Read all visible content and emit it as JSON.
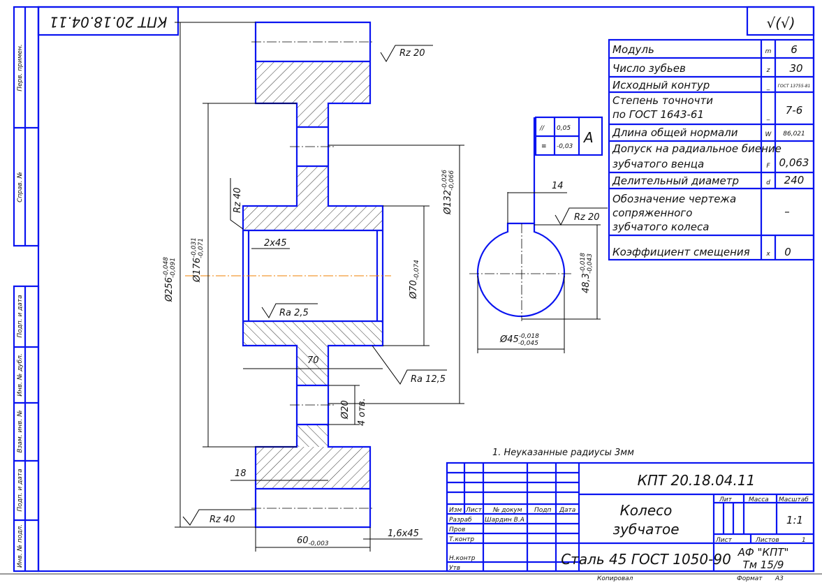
{
  "stamp_top": "КПТ 20.18.04.11",
  "roughness_corner": "√(√)",
  "side_strip": {
    "top": [
      "Перв. примен.",
      "Справ. №"
    ],
    "bottom": [
      "Подп. и дата",
      "Инв. № дубл.",
      "Взам. инв. №",
      "Подп. и дата",
      "Инв. № подл."
    ]
  },
  "params": [
    {
      "name": "Модуль",
      "sym": "m",
      "value": "6"
    },
    {
      "name": "Число зубьев",
      "sym": "z",
      "value": "30"
    },
    {
      "name": "Исходный контур",
      "sym": "_",
      "value": "ГОСТ 13755-81"
    },
    {
      "name": "Степень точночти",
      "name2": "по ГОСТ 1643-61",
      "sym": "_",
      "value": "7-6"
    },
    {
      "name": "Длина общей нормали",
      "sym": "W",
      "value": "86,021"
    },
    {
      "name": "Допуск на радиальное биение",
      "name2": "зубчатого венца",
      "sym": "F",
      "value": "0,063"
    },
    {
      "name": "Делительный диаметр",
      "sym": "d",
      "value": "240"
    },
    {
      "name": "Обозначение чертежа",
      "name2": "сопряженного",
      "name3": "зубчатого колеса",
      "sym": "",
      "value": "–"
    },
    {
      "name": "Коэффициент смещения",
      "sym": "x",
      "value": "0"
    }
  ],
  "dims": {
    "d256": "Ø256",
    "d256_tol_up": "-0,048",
    "d256_tol_lo": "-0,091",
    "d176": "Ø176",
    "d176_tol_up": "-0,031",
    "d176_tol_lo": "-0,071",
    "d132": "Ø132",
    "d132_tol_up": "-0,026",
    "d132_tol_lo": "-0,066",
    "d70": "Ø70",
    "d70_tol": "-0,074",
    "rz40_r": "Rz 40",
    "chamfer": "2x45",
    "ra25": "Ra 2,5",
    "dim70": "70",
    "ra125": "Ra 12,5",
    "d20": "Ø20",
    "holes": "4 отв.",
    "dim18": "18",
    "rz20_top": "Rz 20",
    "rz40_bottom": "Rz 40",
    "dim60": "60",
    "dim60_tol": "-0,003",
    "chamfer2": "1,6x45",
    "key_width": "14",
    "rz20_key": "Rz 20",
    "d45": "Ø45",
    "d45_tol_up": "-0,018",
    "d45_tol_lo": "-0,045",
    "h48": "48,3",
    "h48_tol_up": "-0,018",
    "h48_tol_lo": "-0,043",
    "tol_parallel": "0,05",
    "tol_sym": "-0,03",
    "datum": "A"
  },
  "note": "1. Неуказанные радиусы 3мм",
  "title_block": {
    "designation": "КПТ 20.18.04.11",
    "name1": "Колесо",
    "name2": "зубчатое",
    "material": "Сталь 45 ГОСТ 1050-90",
    "org1": "АФ \"КПТ\"",
    "org2": "Тм 15/9",
    "headers": [
      "Изм",
      "Лист",
      "№ докум",
      "Подп",
      "Дата"
    ],
    "roles": [
      "Разраб",
      "Пров",
      "Т.контр",
      "Н.контр",
      "Утв"
    ],
    "developer": "Шардин В.А",
    "lit": "Лит",
    "mass": "Масса",
    "scale_label": "Масштаб",
    "scale": "1:1",
    "sheet": "Лист",
    "sheets": "Листов",
    "sheets_count": "1",
    "copied": "Копировал",
    "format": "Формат",
    "format_value": "A3"
  }
}
